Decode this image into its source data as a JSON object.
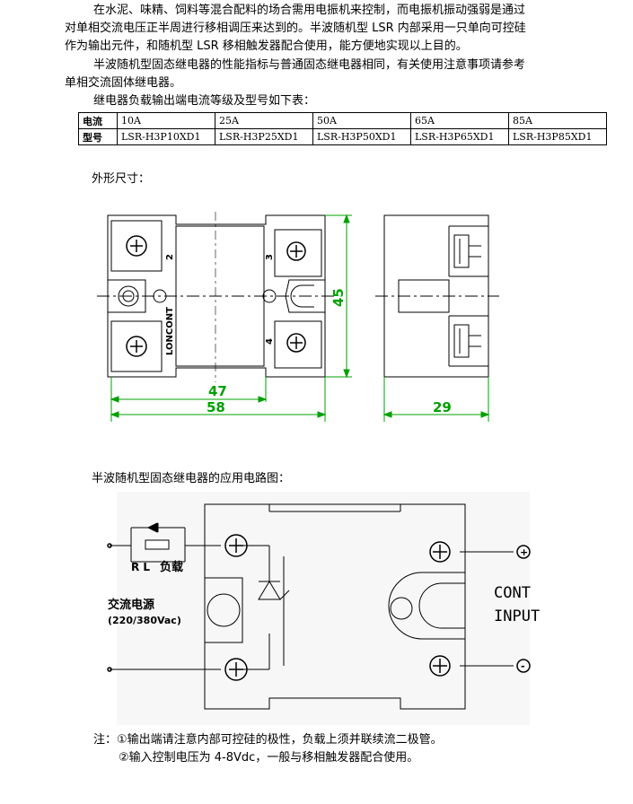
{
  "intro": {
    "line1": "在水泥、味精、饲料等混合配料的场合需用电振机来控制，而电振机振动强弱是通过",
    "line2": "对单相交流电压正半周进行移相调压来达到的。半波随机型 LSR 内部采用一只单向可控硅",
    "line3": "作为输出元件，和随机型 LSR 移相触发器配合使用，能方便地实现以上目的。",
    "line4": "半波随机型固态继电器的性能指标与普通固态继电器相同，有关使用注意事项请参考",
    "line5": "单相交流固体继电器。",
    "line6": "继电器负载输出端电流等级及型号如下表："
  },
  "table": {
    "row1_header": "电流",
    "row2_header": "型号",
    "currents": [
      "10A",
      "25A",
      "50A",
      "65A",
      "85A"
    ],
    "models": [
      "LSR-H3P10XD1",
      "LSR-H3P25XD1",
      "LSR-H3P50XD1",
      "LSR-H3P65XD1",
      "LSR-H3P85XD1"
    ]
  },
  "dimensions": {
    "heading": "外形尺寸：",
    "width_inner": "47",
    "width_outer": "58",
    "height": "45",
    "depth": "29",
    "terminal_2": "2",
    "terminal_3": "3",
    "terminal_4": "4",
    "brand": "LONCONT"
  },
  "circuit": {
    "heading": "半波随机型固态继电器的应用电路图：",
    "rl_label": "R L",
    "load_label": "负载",
    "ac_source": "交流电源",
    "voltage": "(220/380Vac)",
    "cont": "CONT",
    "input": "INPUT",
    "plus": "+",
    "minus": "-"
  },
  "notes": {
    "note1": "注：①输出端请注意内部可控硅的极性，负载上须并联续流二极管。",
    "note2": "②输入控制电压为 4-8Vdc，一般与移相触发器配合使用。"
  },
  "colors": {
    "dimension_green": "#00a000",
    "line": "#000000"
  }
}
